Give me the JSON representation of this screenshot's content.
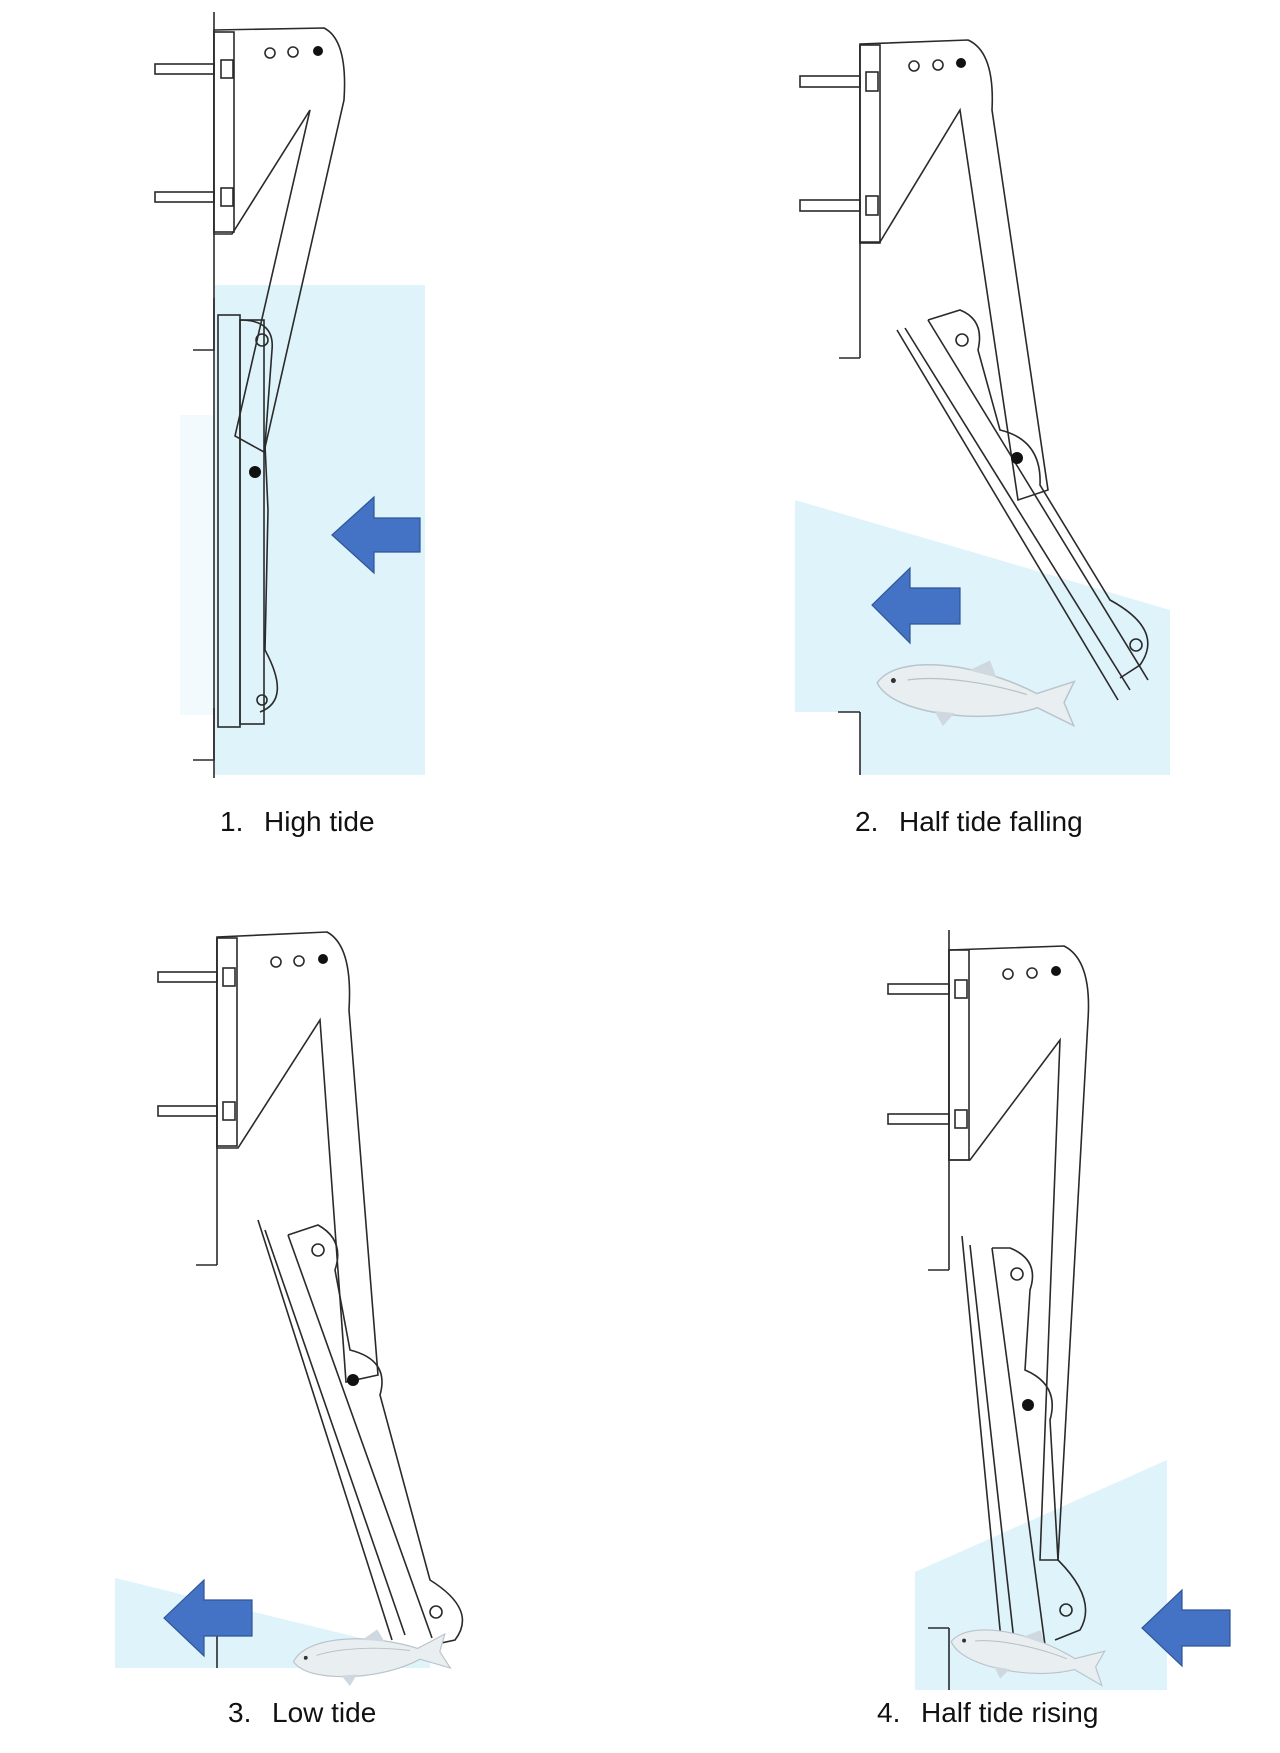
{
  "panels": [
    {
      "number": "1.",
      "label": "High tide",
      "flow": "incoming",
      "fish": false
    },
    {
      "number": "2.",
      "label": "Half tide falling",
      "flow": "outgoing",
      "fish": true
    },
    {
      "number": "3.",
      "label": "Low tide",
      "flow": "outgoing",
      "fish": true
    },
    {
      "number": "4.",
      "label": "Half tide rising",
      "flow": "incoming",
      "fish": true
    }
  ],
  "colors": {
    "water": "#dff3fb",
    "arrow": "#4472c4",
    "line": "#2a2a2a",
    "fish": "#e9eef1"
  },
  "icons": [
    "arrow-left-icon",
    "arrow-right-icon",
    "fish-icon"
  ]
}
